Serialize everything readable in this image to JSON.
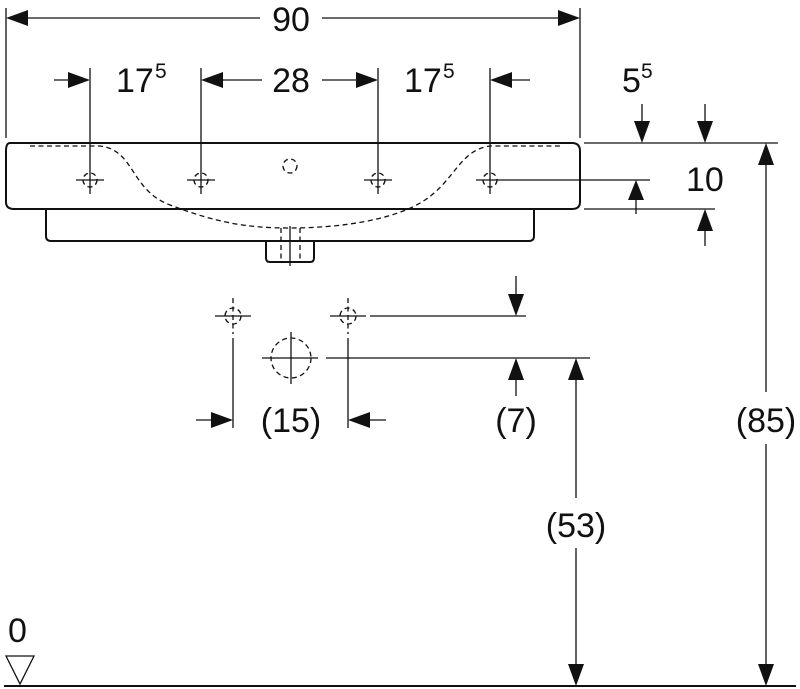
{
  "dimensions": {
    "overall_width": "90",
    "left_offset": {
      "base": "17",
      "sup": "5"
    },
    "tap_spacing": "28",
    "right_offset": {
      "base": "17",
      "sup": "5"
    },
    "rim_offset": {
      "base": "5",
      "sup": "5"
    },
    "rim_depth": "10",
    "supply_spacing": "(15)",
    "supply_drop": "(7)",
    "waste_height": "(53)",
    "rim_height": "(85)",
    "floor_level": "0"
  }
}
